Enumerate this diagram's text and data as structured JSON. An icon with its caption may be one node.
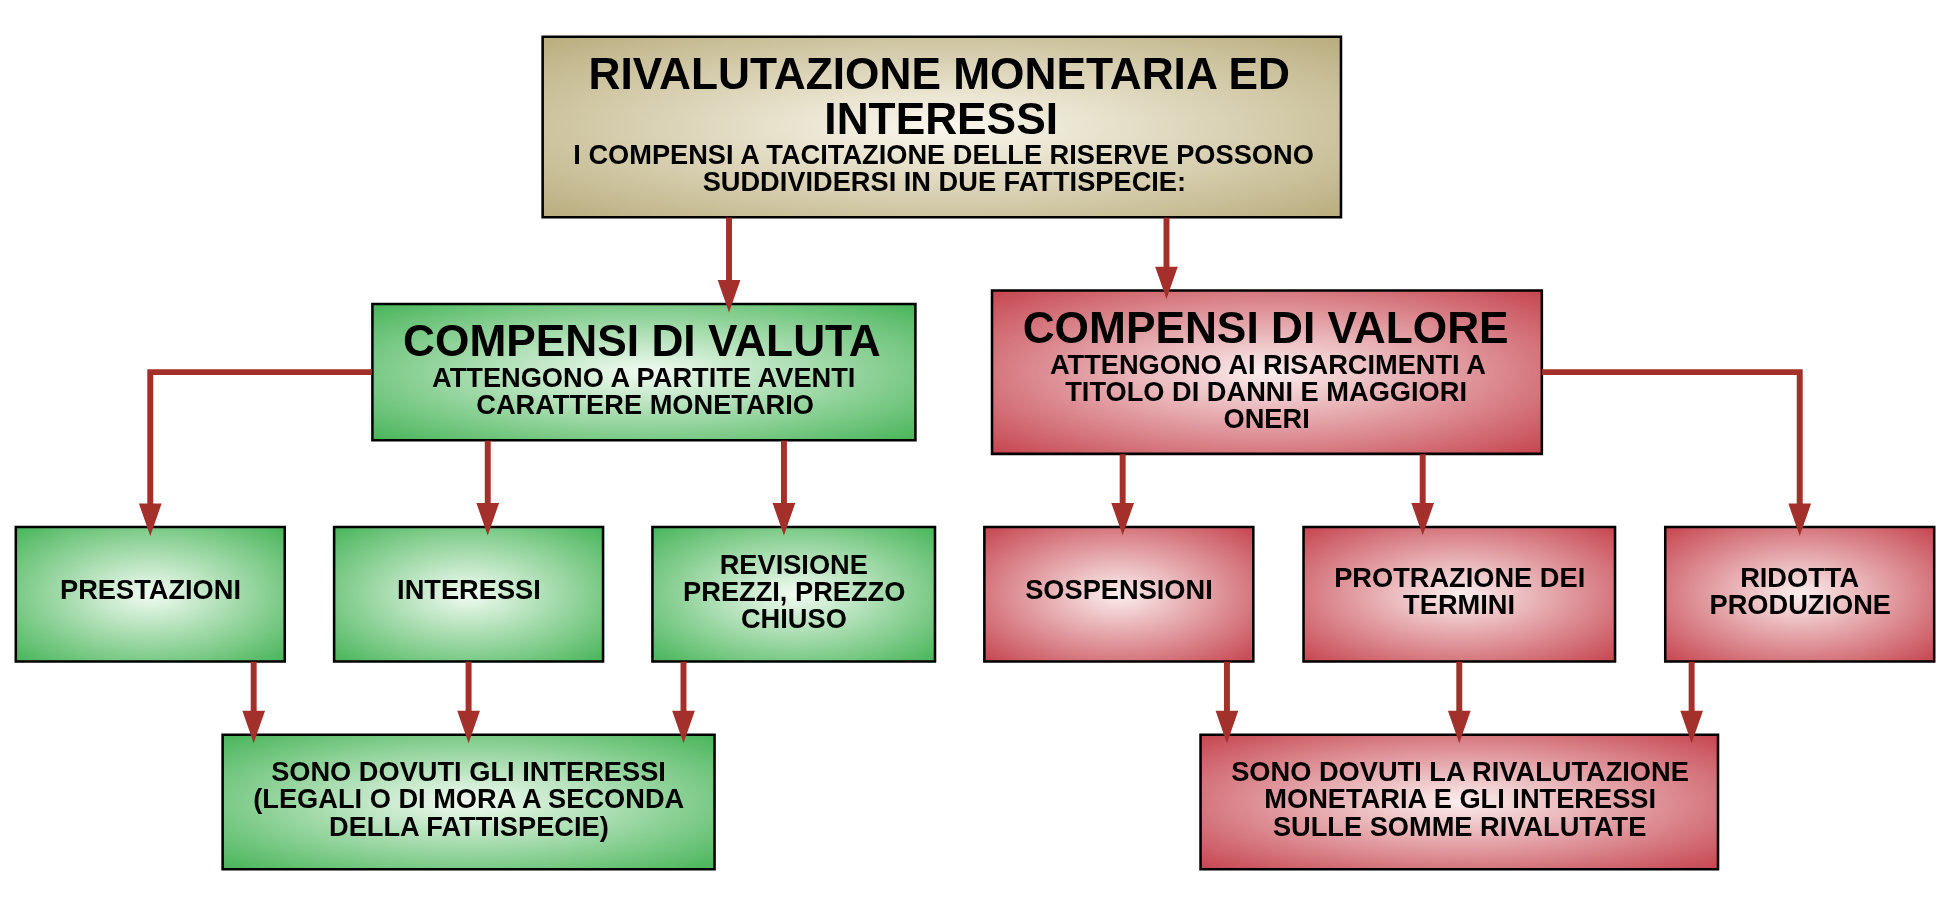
{
  "diagram": {
    "nodes": [
      {
        "text": [
          "RIVALUTAZIONE MONETARIA ED INTERESSI",
          "I COMPENSI A TACITAZIONE DELLE RISERVE POSSONO SUDDIVIDERSI IN DUE FATTISPECIE:"
        ]
      },
      {
        "text": [
          "COMPENSI DI VALUTA",
          "ATTENGONO A PARTITE AVENTI CARATTERE MONETARIO"
        ]
      },
      {
        "text": [
          "COMPENSI DI VALORE",
          "ATTENGONO AI RISARCIMENTI A TITOLO DI DANNI E MAGGIORI ONERI"
        ]
      },
      {
        "text": [
          "PRESTAZIONI"
        ]
      },
      {
        "text": [
          "INTERESSI"
        ]
      },
      {
        "text": [
          "REVISIONE PREZZI, PREZZO CHIUSO"
        ]
      },
      {
        "text": [
          "SOSPENSIONI"
        ]
      },
      {
        "text": [
          "PROTRAZIONE DEI TERMINI"
        ]
      },
      {
        "text": [
          "RIDOTTA PRODUZIONE"
        ]
      },
      {
        "text": [
          "SONO DOVUTI GLI INTERESSI (LEGALI O DI MORA A SECONDA DELLA FATTISPECIE)"
        ]
      },
      {
        "text": [
          "SONO DOVUTI LA RIVALUTAZIONE MONETARIA E GLI INTERESSI SULLE SOMME RIVALUTATE"
        ]
      }
    ],
    "edges": [
      {
        "from": 0,
        "to": 1,
        "arrow": "to"
      },
      {
        "from": 0,
        "to": 2,
        "arrow": "to"
      },
      {
        "from": 1,
        "to": 3,
        "arrow": "to"
      },
      {
        "from": 1,
        "to": 4,
        "arrow": "to"
      },
      {
        "from": 1,
        "to": 5,
        "arrow": "to"
      },
      {
        "from": 2,
        "to": 6,
        "arrow": "to"
      },
      {
        "from": 2,
        "to": 7,
        "arrow": "to"
      },
      {
        "from": 2,
        "to": 8,
        "arrow": "to"
      },
      {
        "from": 3,
        "to": 9,
        "arrow": "to"
      },
      {
        "from": 4,
        "to": 9,
        "arrow": "to"
      },
      {
        "from": 5,
        "to": 9,
        "arrow": "to"
      },
      {
        "from": 6,
        "to": 10,
        "arrow": "to"
      },
      {
        "from": 7,
        "to": 10,
        "arrow": "to"
      },
      {
        "from": 8,
        "to": 10,
        "arrow": "to"
      }
    ]
  }
}
